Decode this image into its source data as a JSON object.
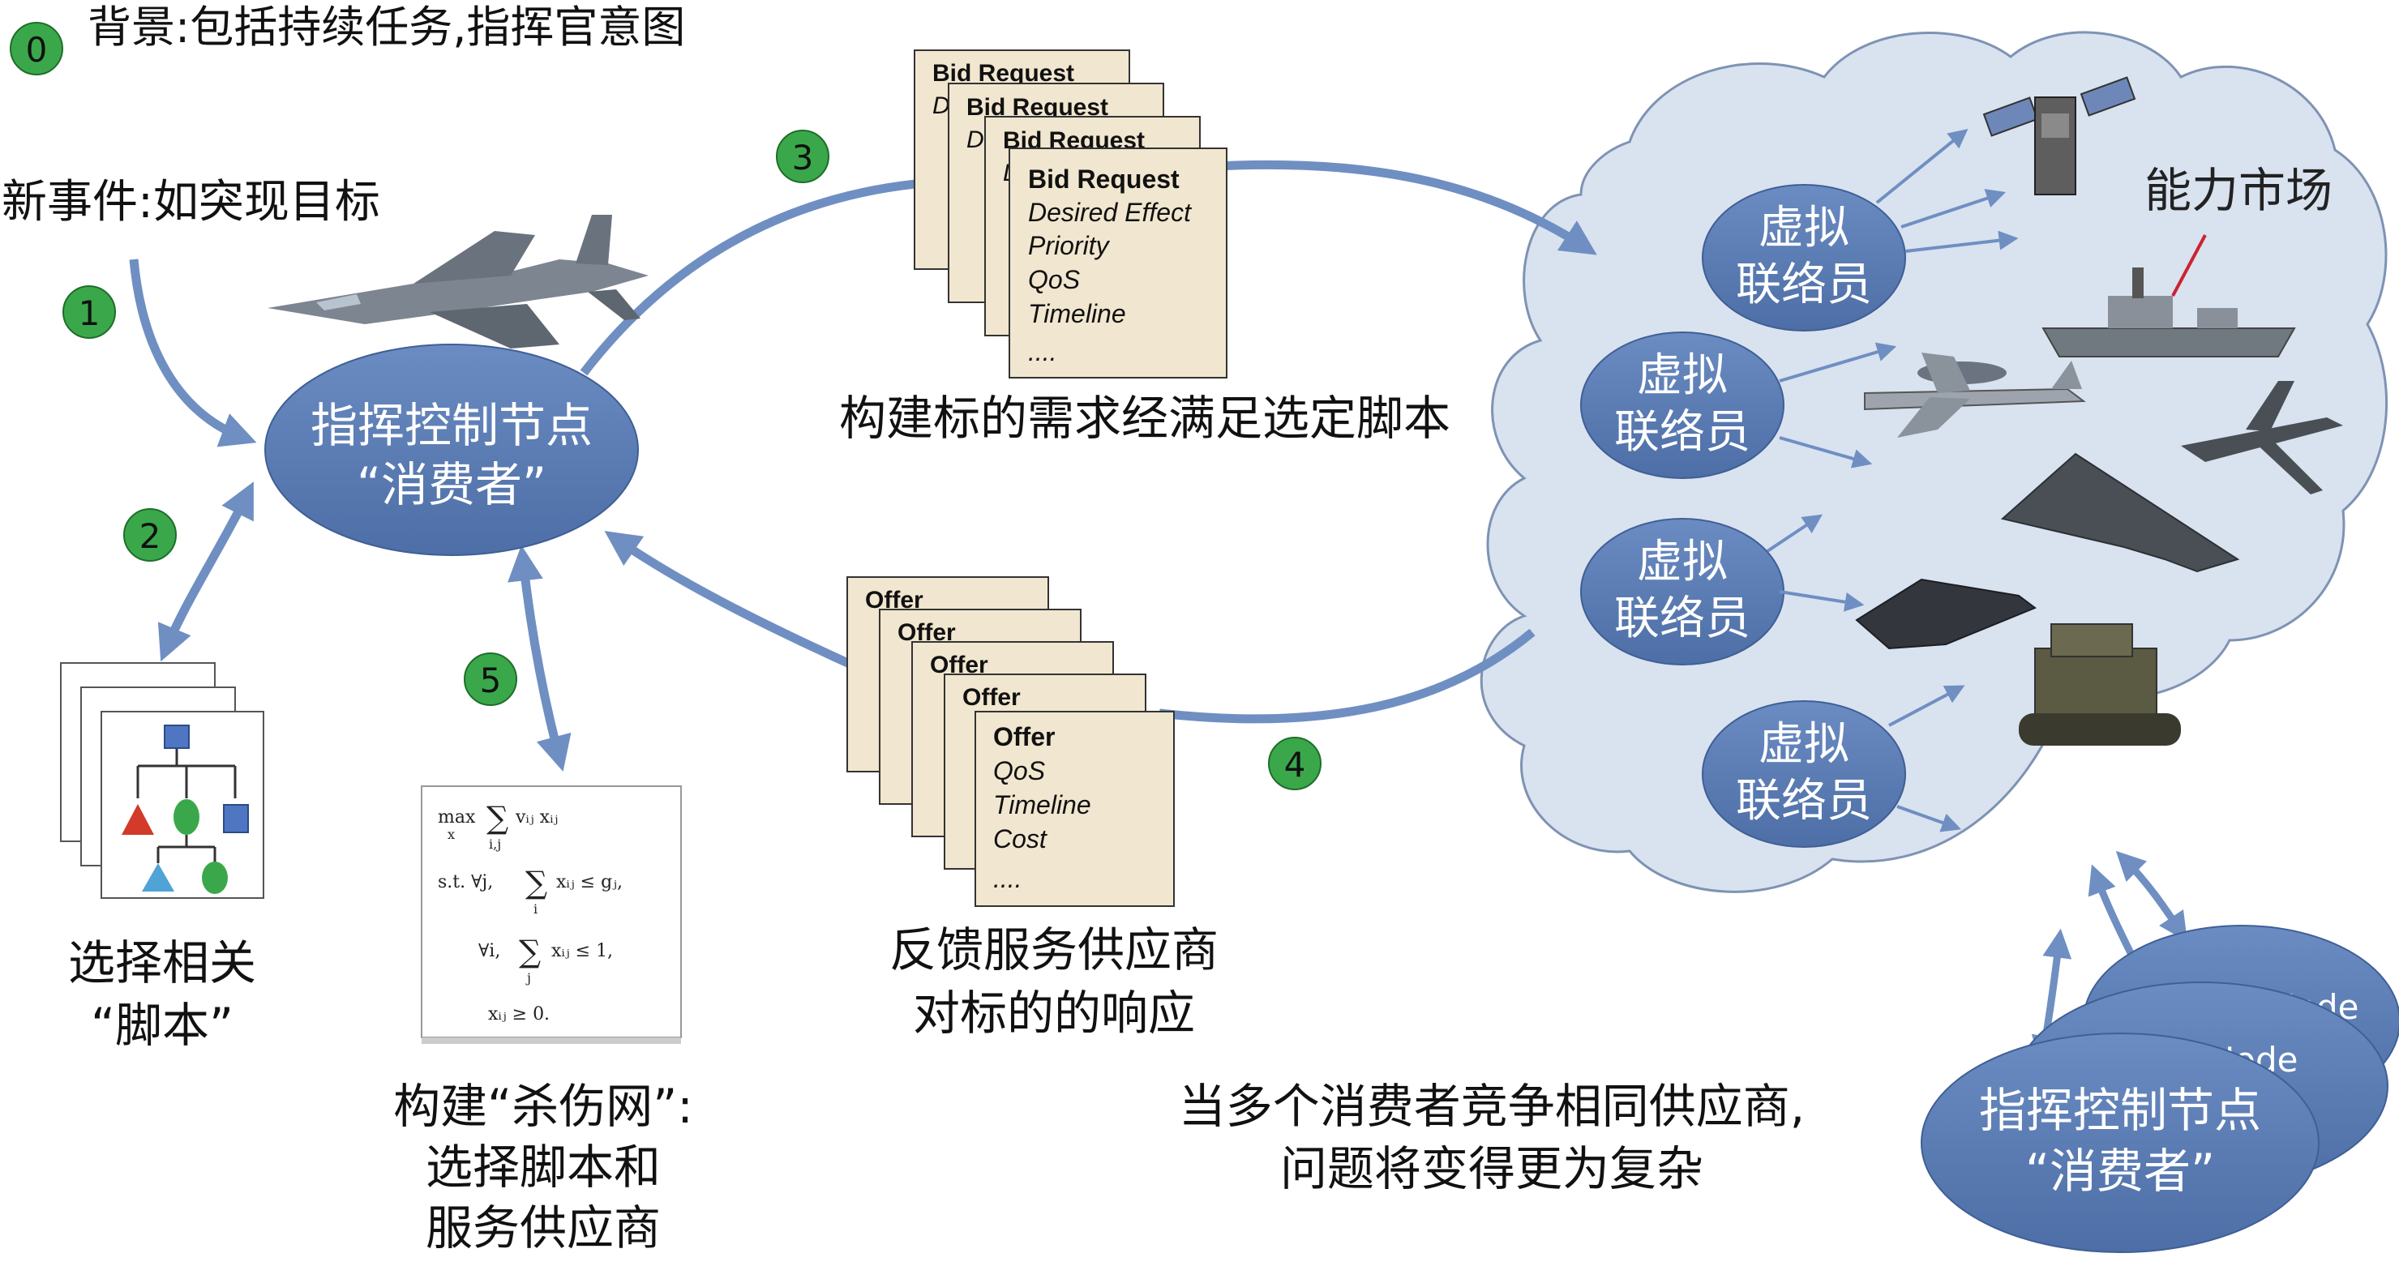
{
  "colors": {
    "arrow": "#6f8fc2",
    "ellipse": "#5b7db5",
    "ellipse_text": "#ffffff",
    "cloud_fill": "#d9e2ef",
    "cloud_stroke": "#7e93b3",
    "step_badge": "#3aa84a",
    "card_fill": "#f1e6cf",
    "card_stroke": "#333333"
  },
  "background_label": {
    "step": "0",
    "text": "背景:包括持续任务,指挥官意图"
  },
  "new_event_label": "新事件:如突现目标",
  "steps": {
    "s1": "1",
    "s2": "2",
    "s3": "3",
    "s4": "4",
    "s5": "5"
  },
  "consumer_node": {
    "line1": "指挥控制节点",
    "line2": "“消费者”"
  },
  "select_scripts": {
    "line1": "选择相关",
    "line2": "“脚本”"
  },
  "kill_web": {
    "line1": "构建“杀伤网”:",
    "line2": "选择脚本和",
    "line3": "服务供应商"
  },
  "bid_card": {
    "title": "Bid Request",
    "items": [
      "Desired Effect",
      "Priority",
      "QoS",
      "Timeline",
      "...."
    ]
  },
  "bid_caption": "构建标的需求经满足选定脚本",
  "offer_card": {
    "title": "Offer",
    "items": [
      "QoS",
      "Timeline",
      "Cost",
      "...."
    ]
  },
  "offer_caption": {
    "line1": "反馈服务供应商",
    "line2": "对标的的响应"
  },
  "market_label": "能力市场",
  "broker": {
    "line1": "虚拟",
    "line2": "联络员"
  },
  "math": {
    "row1": {
      "op": "max",
      "sub": "x",
      "sum_sub": "i,j",
      "term": "vᵢⱼ xᵢⱼ"
    },
    "row2": {
      "prefix": "s.t. ∀j,",
      "sum_sub": "i",
      "term": "xᵢⱼ ≤ gⱼ,"
    },
    "row3": {
      "prefix": "∀i,",
      "sum_sub": "j",
      "term": "xᵢⱼ ≤ 1,"
    },
    "row4": {
      "term": "xᵢⱼ ≥ 0."
    }
  },
  "other_nodes": {
    "back2": "C2 Node",
    "back1": "C2 Node"
  },
  "multi_note": {
    "line1": "当多个消费者竞争相同供应商,",
    "line2": "问题将变得更为复杂"
  }
}
